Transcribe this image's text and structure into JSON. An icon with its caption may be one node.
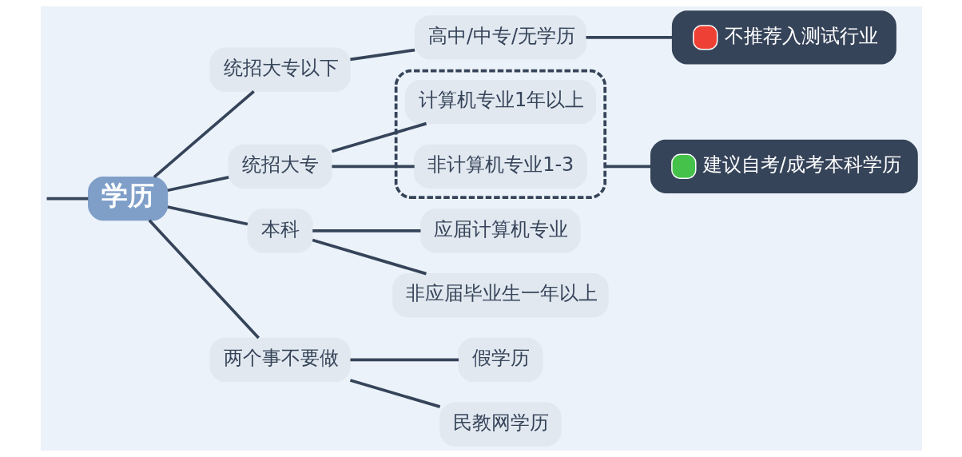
{
  "diagram": {
    "nodes": [
      {
        "text": [
          "学历"
        ]
      },
      {
        "text": [
          "统招大专以下"
        ]
      },
      {
        "text": [
          "高中/中专/无学历"
        ]
      },
      {
        "text": [
          "统招大专"
        ]
      },
      {
        "text": [],
        "shape": "box"
      },
      {
        "text": [
          "计算机专业1年以上"
        ],
        "in": 4
      },
      {
        "text": [
          "非计算机专业1-3"
        ],
        "in": 4
      },
      {
        "text": [
          "本科"
        ]
      },
      {
        "text": [
          "应届计算机专业"
        ]
      },
      {
        "text": [
          "非应届毕业生一年以上"
        ]
      },
      {
        "text": [
          "两个事不要做"
        ]
      },
      {
        "text": [
          "假学历"
        ]
      },
      {
        "text": [
          "民教网学历"
        ]
      },
      {
        "text": [
          "不推荐入测试行业"
        ]
      },
      {
        "text": [
          "建议自考/成考本科学历"
        ]
      }
    ],
    "edges": [
      {
        "from": null,
        "to": 0,
        "arrow": "none"
      },
      {
        "from": 0,
        "to": 1,
        "arrow": "none"
      },
      {
        "from": 1,
        "to": 2,
        "arrow": "none"
      },
      {
        "from": 0,
        "to": 3,
        "arrow": "none"
      },
      {
        "from": 3,
        "to": 5,
        "arrow": "none"
      },
      {
        "from": 3,
        "to": 6,
        "arrow": "none"
      },
      {
        "from": 0,
        "to": 7,
        "arrow": "none"
      },
      {
        "from": 7,
        "to": 8,
        "arrow": "none"
      },
      {
        "from": 7,
        "to": 9,
        "arrow": "none"
      },
      {
        "from": 0,
        "to": 10,
        "arrow": "none"
      },
      {
        "from": 10,
        "to": 11,
        "arrow": "none"
      },
      {
        "from": 10,
        "to": 12,
        "arrow": "none"
      },
      {
        "from": 2,
        "to": 13,
        "arrow": "none"
      },
      {
        "from": 4,
        "to": 14,
        "arrow": "none"
      }
    ]
  }
}
